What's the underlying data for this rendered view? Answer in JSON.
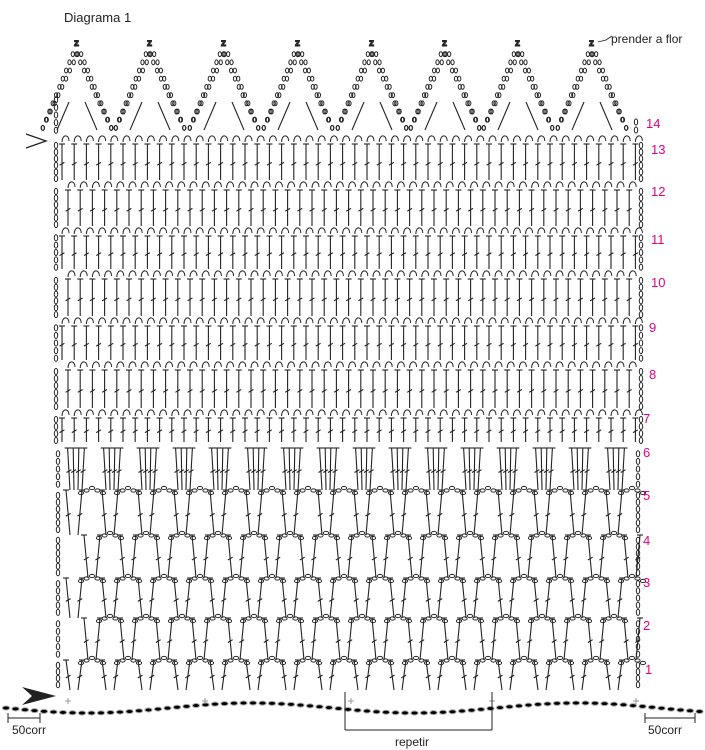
{
  "title": "Diagrama 1",
  "attach_label": "prender a flor",
  "attach_marker": "z",
  "rows": [
    "1",
    "2",
    "3",
    "4",
    "5",
    "6",
    "7",
    "8",
    "9",
    "10",
    "11",
    "12",
    "13",
    "14"
  ],
  "chain_left_label": "50corr",
  "chain_right_label": "50corr",
  "repeat_label": "repetir",
  "colors": {
    "row_numbers": "#e4007f",
    "attach_marker": "#a5c400",
    "stitches": "#222222",
    "foundation": "#aaaaaa"
  }
}
